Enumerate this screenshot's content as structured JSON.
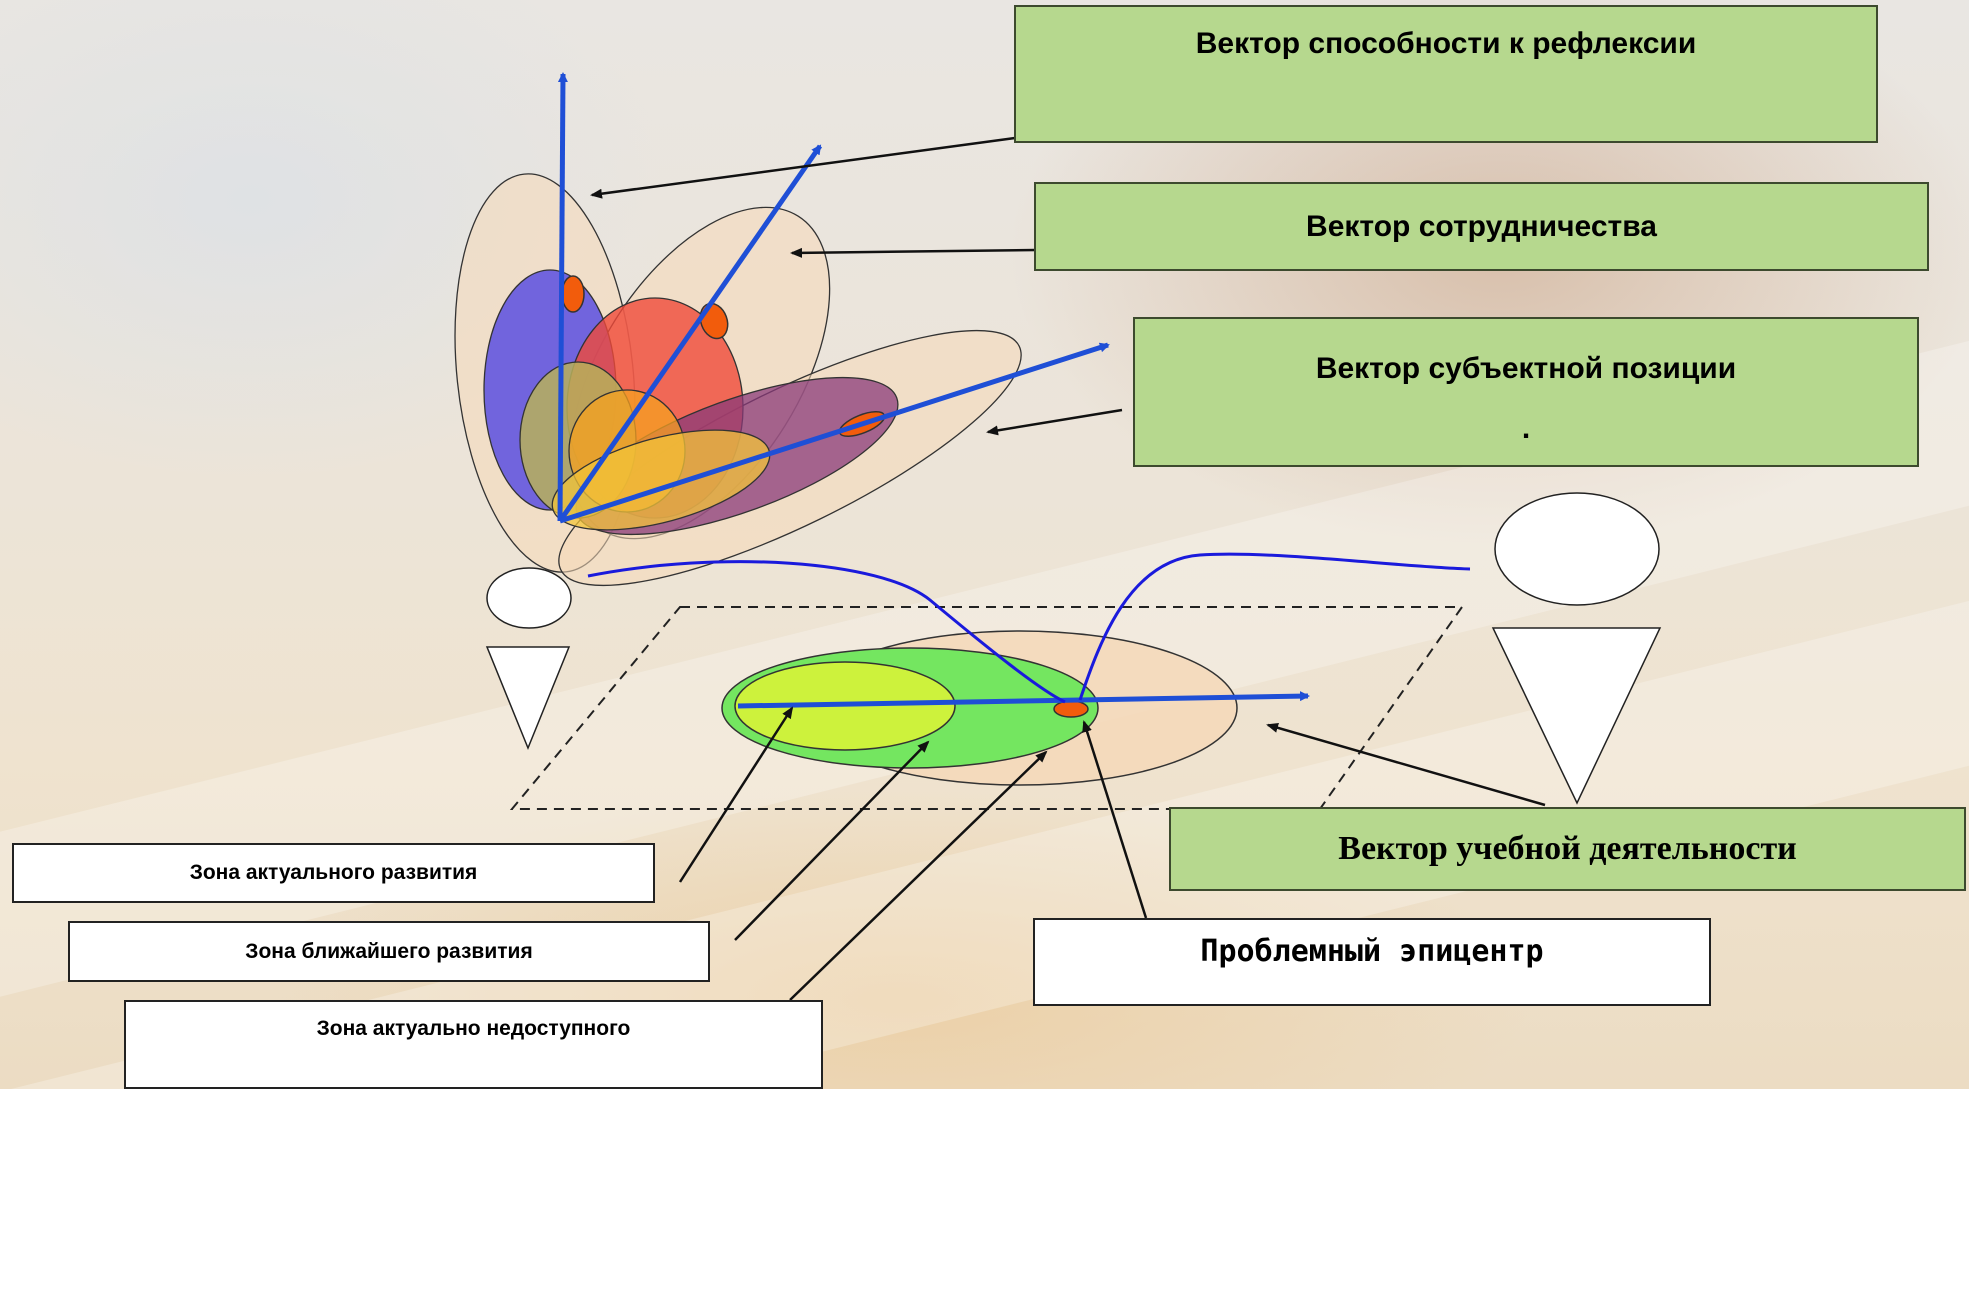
{
  "vectors": {
    "reflexion": {
      "label": "Вектор способности к рефлексии"
    },
    "cooperation": {
      "label": "Вектор сотрудничества"
    },
    "subject_position": {
      "label": "Вектор субъектной позиции",
      "extra": "."
    },
    "learning_activity": {
      "label": "Вектор учебной деятельности"
    }
  },
  "zones": {
    "actual": "Зона актуального развития",
    "proximal": "Зона ближайшего развития",
    "unavailable": "Зона актуально недоступного"
  },
  "epicenter": {
    "label": "Проблемный эпицентр"
  },
  "colors": {
    "vector_arrow": "#1f4fd6",
    "path_line": "#1a1adc",
    "label_box_fill": "#b6d88e",
    "outer_ellipse": "#f5d8b8",
    "blue_petal": "#5a4fe0",
    "red_petal": "#f04a3a",
    "purple_petal": "#8a3a7a",
    "olive_petal": "#b7b05a",
    "yellow_petal": "#f3c43a",
    "orange_petal": "#f5a020",
    "green_zone": "#74e660",
    "lime_zone": "#cdf23c",
    "epicenter_dot": "#f25c0c"
  }
}
